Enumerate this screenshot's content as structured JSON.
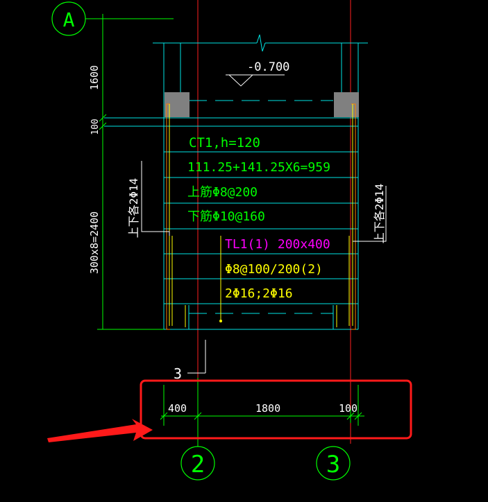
{
  "grid": {
    "axis_a": "A",
    "axis_2": "2",
    "axis_3": "3"
  },
  "level": "-0.700",
  "left_dims": {
    "top": "1600",
    "mid": "100",
    "bottom": "300x8=2400"
  },
  "stair": {
    "name": "CT1,h=120",
    "calc": "111.25+141.25X6=959",
    "top_bar": "上筋Φ8@200",
    "bottom_bar": "下筋Φ10@160"
  },
  "beam": {
    "name": "TL1(1) 200x400",
    "stirrup": "Φ8@100/200(2)",
    "bars": "2Φ16;2Φ16"
  },
  "side_label": "上下各2Φ14",
  "section_mark": "3",
  "bottom_dims": {
    "left": "400",
    "middle": "1800",
    "right": "100"
  },
  "colors": {
    "green": "#00ff00",
    "cyan": "#00e5e5",
    "red": "#ff2020",
    "yellow": "#ffff00",
    "magenta": "#ff00ff",
    "white": "#ffffff",
    "gray": "#808080",
    "orange": "#ff8000",
    "highlight": "#ff1a1a"
  }
}
